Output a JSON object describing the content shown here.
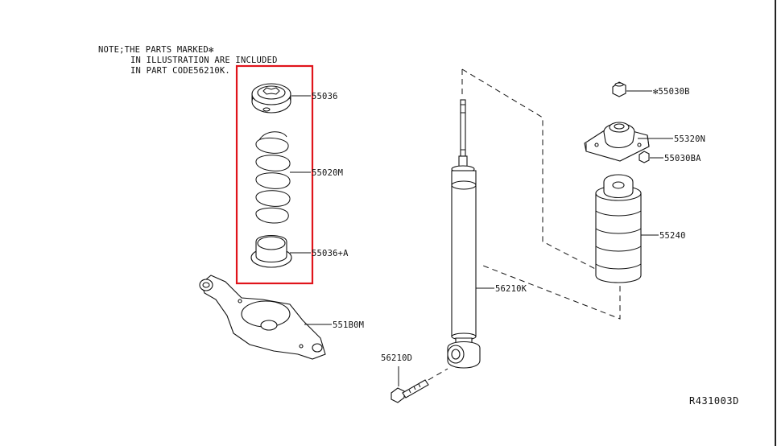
{
  "note": {
    "line1": "NOTE;THE PARTS MARKED✻",
    "line2": "IN ILLUSTRATION ARE INCLUDED",
    "line3": "IN PART CODE56210K."
  },
  "highlight_color": "#e0141b",
  "parts": {
    "p55036": "55036",
    "p55020m": "55020M",
    "p55036a": "55036+A",
    "p551b0m": "551B0M",
    "p56210k": "56210K",
    "p56210d": "56210D",
    "p55030b": "✻55030B",
    "p55320n": "55320N",
    "p55030ba": "55030BA",
    "p55240": "55240"
  },
  "diagram_code": "R431003D"
}
